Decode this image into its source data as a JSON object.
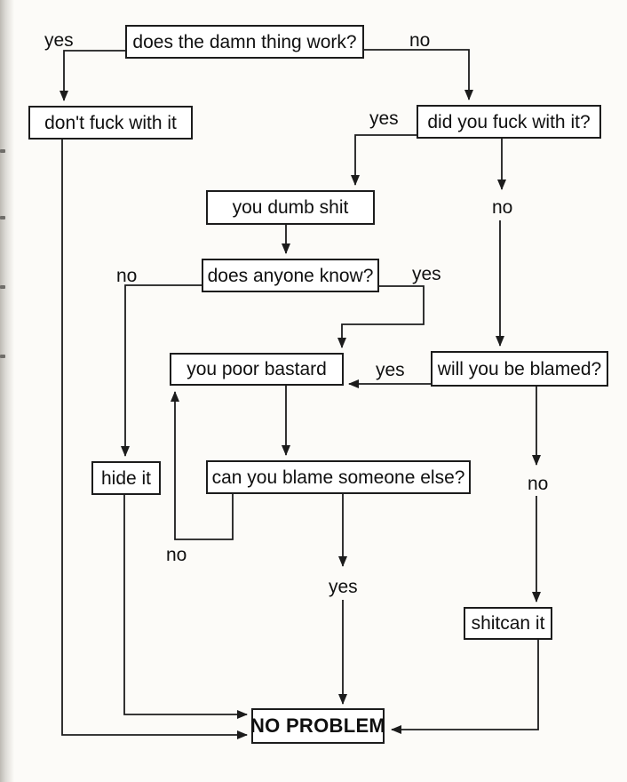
{
  "diagram": {
    "kind": "flowchart",
    "nodes": {
      "work": {
        "label": "does the damn thing work?"
      },
      "dont": {
        "label": "don't fuck with it"
      },
      "did": {
        "label": "did you fuck with it?"
      },
      "dumb": {
        "label": "you dumb shit"
      },
      "know": {
        "label": "does anyone know?"
      },
      "poor": {
        "label": "you poor bastard"
      },
      "blamed": {
        "label": "will you be blamed?"
      },
      "hide": {
        "label": "hide it"
      },
      "blame": {
        "label": "can you blame someone else?"
      },
      "shitcan": {
        "label": "shitcan it"
      },
      "noproblem": {
        "label": "NO PROBLEM"
      }
    },
    "edge_labels": {
      "work_yes": "yes",
      "work_no": "no",
      "did_yes": "yes",
      "did_no": "no",
      "know_no": "no",
      "know_yes": "yes",
      "blamed_yes": "yes",
      "blamed_no": "no",
      "blame_no": "no",
      "blame_yes": "yes"
    },
    "colors": {
      "ink": "#1c1c1c",
      "paper": "#fcfbf8",
      "box_fill": "#ffffff"
    }
  }
}
